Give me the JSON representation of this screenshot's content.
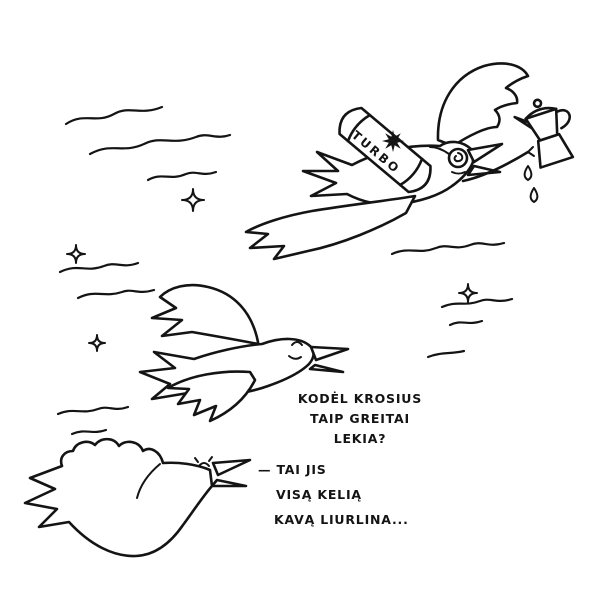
{
  "illustration": {
    "rocket_label": "TURBO",
    "speech": {
      "question": {
        "lines": [
          "KODĖL KROSIUS",
          "TAIP GREITAI",
          "LEKIA?"
        ]
      },
      "answer": {
        "lines": [
          "— TAI JIS",
          "VISĄ KELIĄ",
          "KAVĄ LIURLINA..."
        ]
      }
    },
    "colors": {
      "ink": "#141414",
      "background": "#ffffff"
    }
  }
}
